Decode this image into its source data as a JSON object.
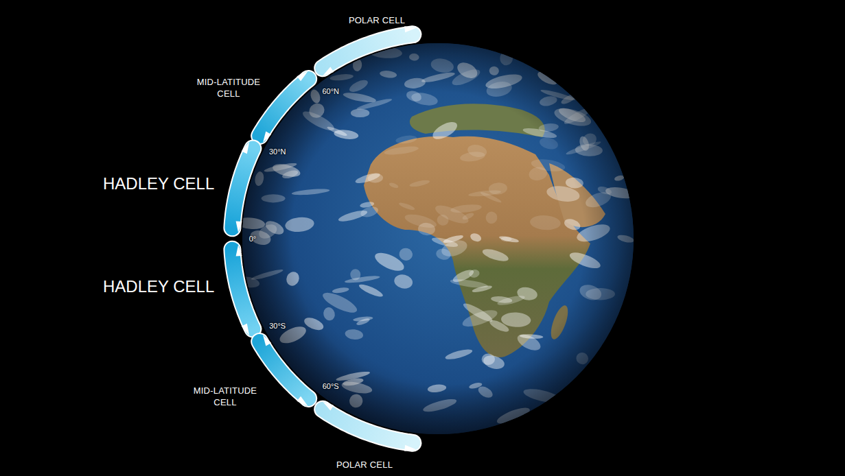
{
  "diagram": {
    "labels": [
      "POLAR CELL",
      "MID-LATITUDE CELL",
      "60°N",
      "30°N",
      "HADLEY CELL",
      "0°",
      "HADLEY CELL",
      "30°S",
      "MID-LATITUDE CELL",
      "60°S",
      "POLAR CELL"
    ]
  }
}
